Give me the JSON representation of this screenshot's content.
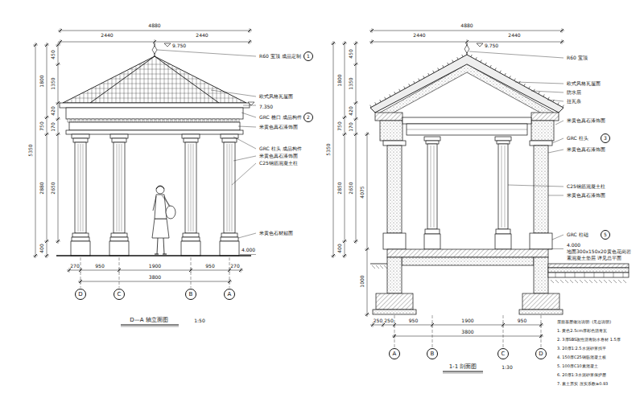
{
  "diagram": {
    "nodes": [
      {
        "text": [
          "1"
        ]
      },
      {
        "text": [
          "2"
        ]
      },
      {
        "text": [
          "D"
        ]
      },
      {
        "text": [
          "C"
        ]
      },
      {
        "text": [
          "B"
        ]
      },
      {
        "text": [
          "A"
        ]
      },
      {
        "text": [
          "3"
        ]
      },
      {
        "text": [
          "5"
        ]
      },
      {
        "text": [
          "A"
        ]
      },
      {
        "text": [
          "B"
        ]
      },
      {
        "text": [
          "C"
        ]
      },
      {
        "text": [
          "D"
        ]
      }
    ],
    "labels": [
      "4880",
      "2440",
      "2440",
      "9.750",
      "R60 宝顶 成品定制",
      "欧式风格瓦屋面",
      "7.350",
      "GRC 檐口 成品构件",
      "米黄色真石漆饰面",
      "GRC 柱头 成品构件",
      "米黄色真石漆饰面",
      "C25钢筋混凝土柱",
      "米黄色石材贴面",
      "4.000",
      "5350",
      "1800",
      "750",
      "2880",
      "400",
      "450",
      "1350",
      "420",
      "170",
      "2650",
      "270",
      "950",
      "1900",
      "950",
      "270",
      "3800",
      "D—A 轴立面图",
      "1:50",
      "4880",
      "2440",
      "2440",
      "9.750",
      "R60 宝顶",
      "欧式风格瓦屋面",
      "防水层",
      "挂瓦条",
      "米黄色真石漆饰面",
      "GRC 柱头",
      "米黄色真石漆饰面",
      "C25钢筋混凝土柱",
      "米黄色真石漆饰面",
      "GRC 柱础",
      "4.000",
      "地面300x150x20黄色花岗岩",
      "素混凝土垫层 详见总平面",
      "5350",
      "1800",
      "750",
      "2850",
      "400",
      "450",
      "1350",
      "420",
      "170",
      "2650",
      "4075",
      "1000",
      "250",
      "250",
      "950",
      "1900",
      "950",
      "3800",
      "1-1 剖面图",
      "1:30",
      "屋面基层做法说明: (见总说明)",
      "1. 黄色2.5cm厚彩色沥青瓦",
      "2. 3厚SBS改性沥青防水卷材 1.5厚",
      "3. 20厚1:2.5水泥砂浆找平",
      "4. 150厚C25钢筋混凝土板",
      "5. 100厚C10素混凝土",
      "6. 20厚1:3水泥砂浆保护层",
      "7. 素土夯实 压实系数≥0.93"
    ]
  }
}
